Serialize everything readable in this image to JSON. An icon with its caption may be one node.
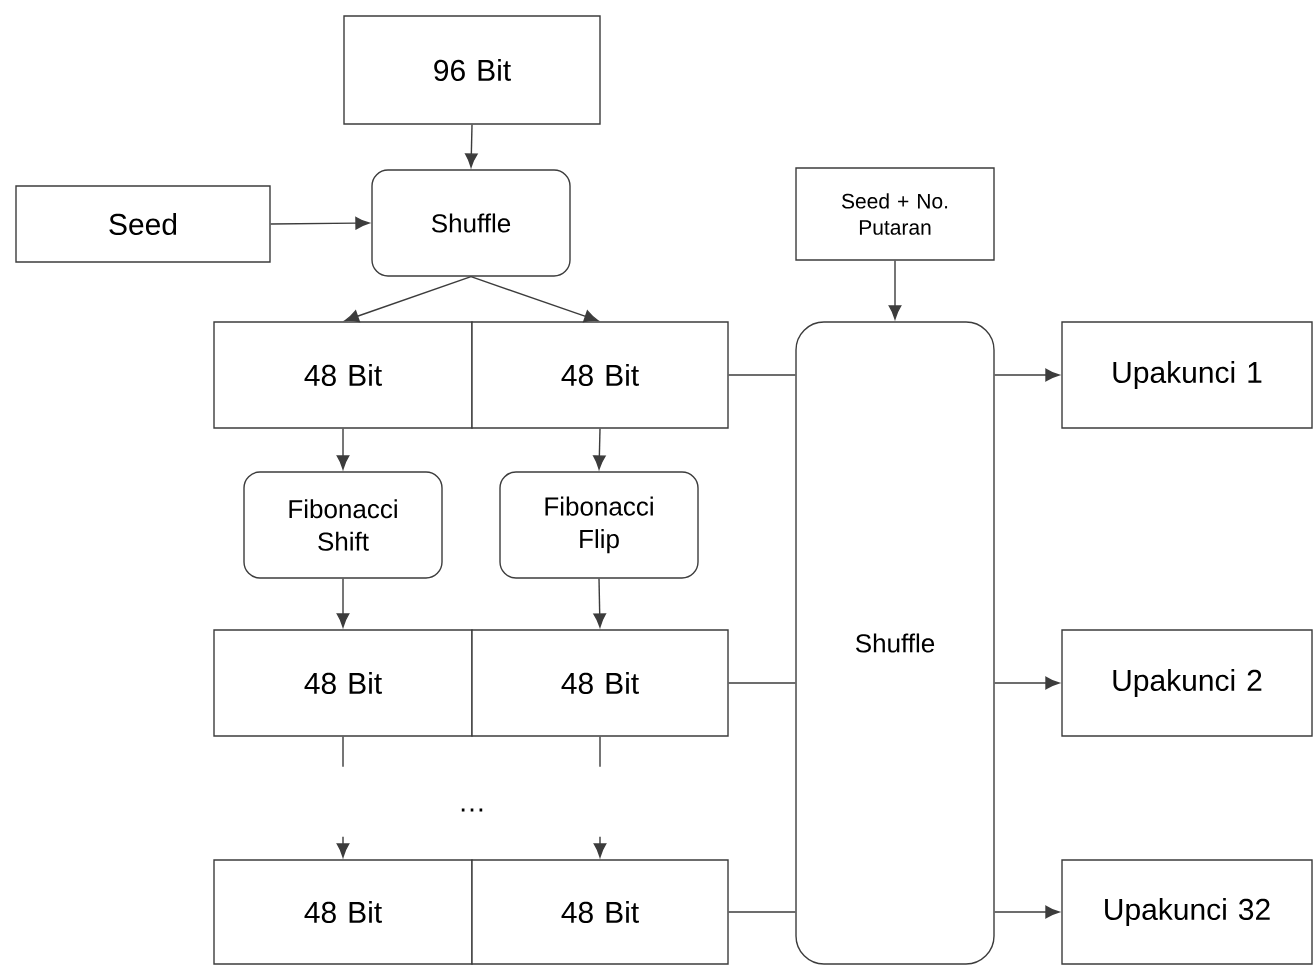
{
  "diagram": {
    "nodes": [
      {
        "text": [
          "96 Bit"
        ]
      },
      {
        "text": [
          "Seed"
        ]
      },
      {
        "text": [
          "Shuffle"
        ]
      },
      {
        "text": [
          "48 Bit"
        ]
      },
      {
        "text": [
          "48 Bit"
        ]
      },
      {
        "text": [
          "Fibonacci Shift"
        ]
      },
      {
        "text": [
          "Fibonacci Flip"
        ]
      },
      {
        "text": [
          "48 Bit"
        ]
      },
      {
        "text": [
          "48 Bit"
        ]
      },
      {
        "text": [
          "48 Bit"
        ]
      },
      {
        "text": [
          "48 Bit"
        ]
      },
      {
        "text": [
          "Seed + No. Putaran"
        ]
      },
      {
        "text": [
          "Shuffle"
        ]
      },
      {
        "text": [
          "Upakunci 1"
        ]
      },
      {
        "text": [
          "Upakunci 2"
        ]
      },
      {
        "text": [
          "Upakunci 32"
        ]
      }
    ],
    "edges": [
      {
        "from": 0,
        "to": 2,
        "arrow": "to"
      },
      {
        "from": 1,
        "to": 2,
        "arrow": "to"
      },
      {
        "from": 2,
        "to": 3,
        "arrow": "to"
      },
      {
        "from": 2,
        "to": 4,
        "arrow": "to"
      },
      {
        "from": 3,
        "to": 5,
        "arrow": "to"
      },
      {
        "from": 4,
        "to": 6,
        "arrow": "to"
      },
      {
        "from": 5,
        "to": 7,
        "arrow": "to"
      },
      {
        "from": 6,
        "to": 8,
        "arrow": "to"
      },
      {
        "from": 7,
        "to": 9,
        "arrow": "to",
        "style": "dashed"
      },
      {
        "from": 8,
        "to": 10,
        "arrow": "to",
        "style": "dashed"
      },
      {
        "from": 11,
        "to": 12,
        "arrow": "to"
      },
      {
        "from": 4,
        "to": 12,
        "arrow": "none"
      },
      {
        "from": 8,
        "to": 12,
        "arrow": "none"
      },
      {
        "from": 10,
        "to": 12,
        "arrow": "none"
      },
      {
        "from": 12,
        "to": 13,
        "arrow": "to"
      },
      {
        "from": 12,
        "to": 14,
        "arrow": "to"
      },
      {
        "from": 12,
        "to": 15,
        "arrow": "to"
      }
    ],
    "labels": [
      "…"
    ]
  }
}
